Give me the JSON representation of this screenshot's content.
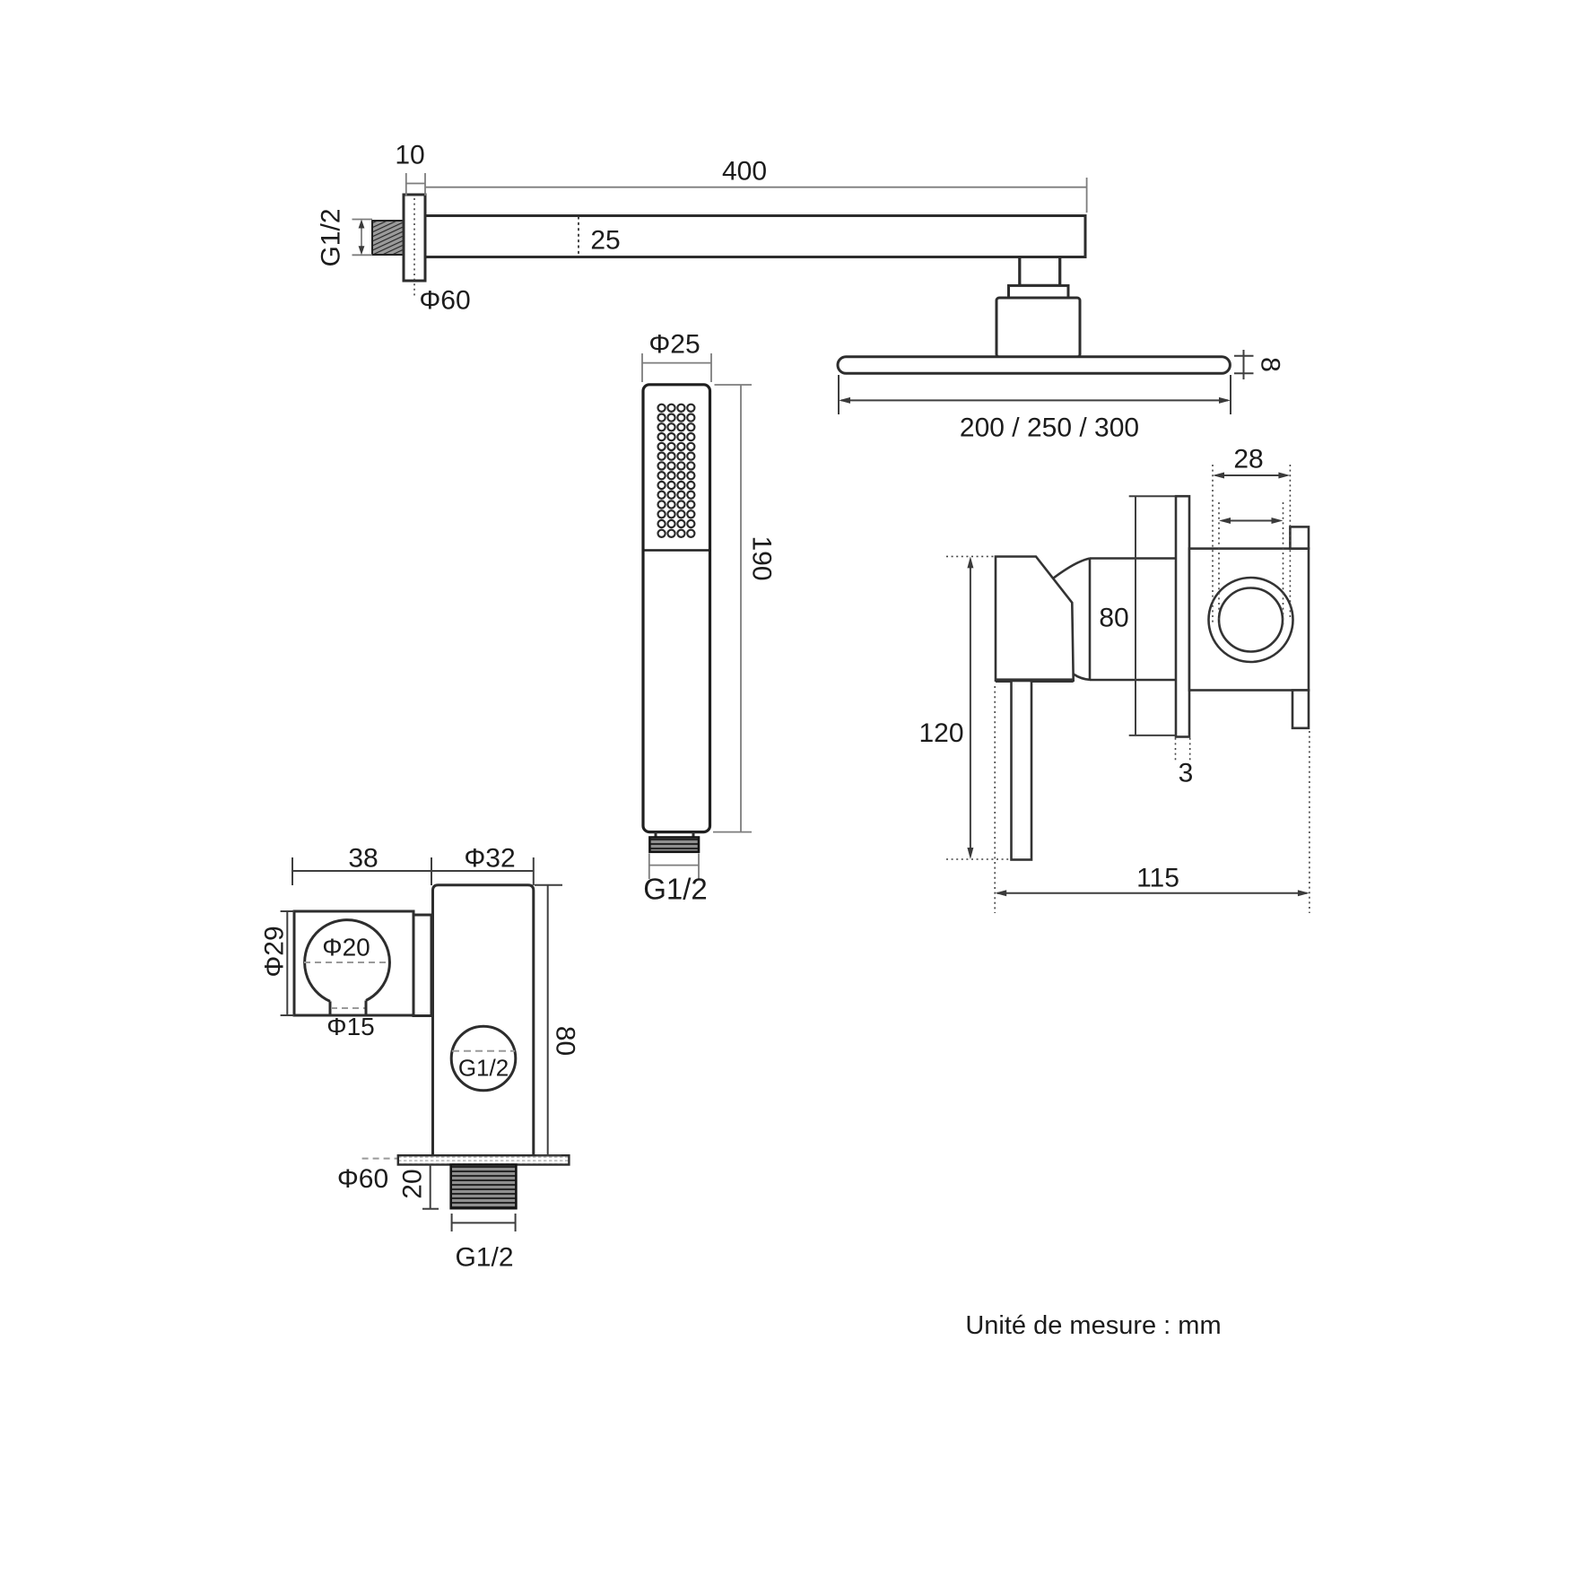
{
  "note": "Unité de mesure : mm",
  "colors": {
    "background": "#ffffff",
    "outline": "#2d2d2d",
    "dimension_line": "#7d7d7d",
    "text": "#1c1c1c"
  },
  "views": {
    "shower_arm": {
      "labels": {
        "flange_thickness": "10",
        "arm_length": "400",
        "arm_height": "25",
        "inlet_thread": "G1/2",
        "flange_diameter": "Φ60"
      }
    },
    "shower_head": {
      "labels": {
        "disc_thickness": "8",
        "disc_diameters": "200 / 250 / 300"
      }
    },
    "hand_shower": {
      "labels": {
        "diameter": "Φ25",
        "length": "190",
        "thread": "G1/2"
      }
    },
    "mixer_valve": {
      "labels": {
        "top_width": "28",
        "plate_height": "80",
        "body_height": "120",
        "plate_thickness": "3",
        "total_depth": "115"
      }
    },
    "wall_outlet": {
      "labels": {
        "holder_depth": "38",
        "body_diameter": "Φ32",
        "holder_height": "Φ29",
        "ring_diameter": "Φ20",
        "slot_width": "Φ15",
        "outlet_thread": "G1/2",
        "body_height": "80",
        "flange_diameter": "Φ60",
        "thread_length": "20",
        "bottom_thread": "G1/2"
      }
    }
  }
}
